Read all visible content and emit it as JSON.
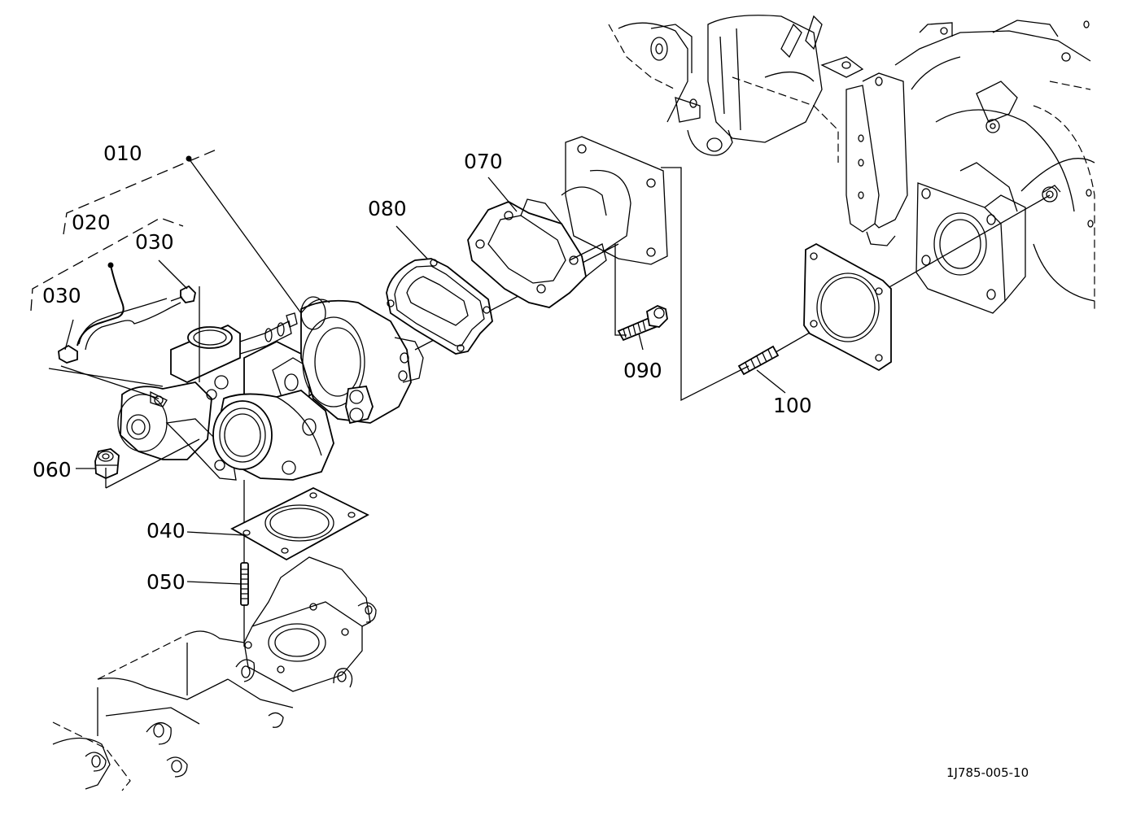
{
  "figure_code": "1J785-005-10",
  "parts": [
    {
      "id": "p010",
      "number": "010",
      "name": "turbocharger-assembly"
    },
    {
      "id": "p020",
      "number": "020",
      "name": "hose"
    },
    {
      "id": "p030a",
      "number": "030",
      "name": "hose-clamp-right"
    },
    {
      "id": "p030b",
      "number": "030",
      "name": "hose-clamp-left"
    },
    {
      "id": "p040",
      "number": "040",
      "name": "gasket"
    },
    {
      "id": "p050",
      "number": "050",
      "name": "stud"
    },
    {
      "id": "p060",
      "number": "060",
      "name": "nut"
    },
    {
      "id": "p070",
      "number": "070",
      "name": "elbow"
    },
    {
      "id": "p080",
      "number": "080",
      "name": "gasket"
    },
    {
      "id": "p090",
      "number": "090",
      "name": "bolt"
    },
    {
      "id": "p100",
      "number": "100",
      "name": "stud"
    }
  ]
}
